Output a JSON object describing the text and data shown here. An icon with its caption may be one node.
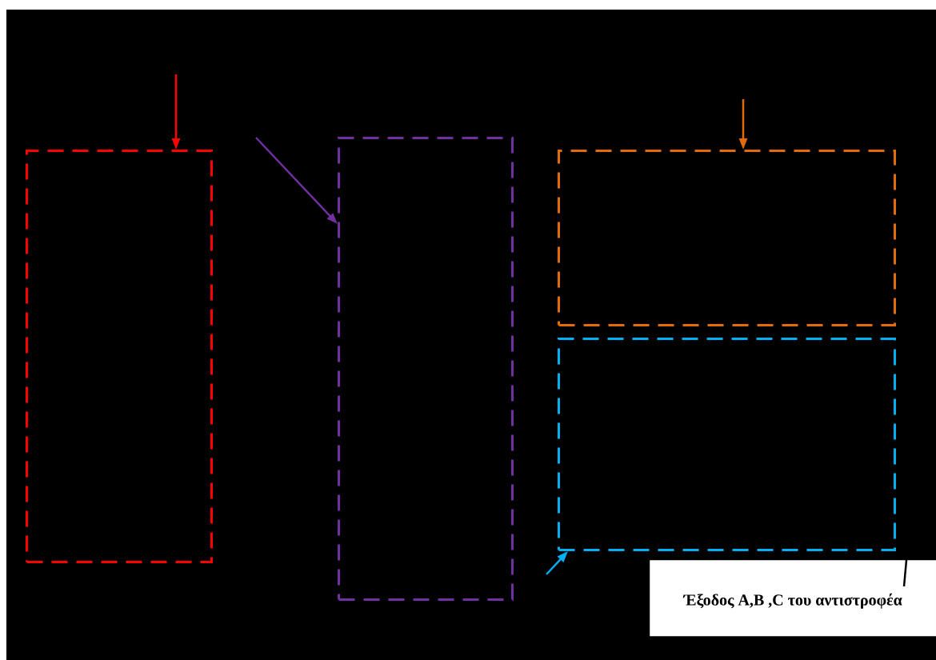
{
  "diagram": {
    "nodes": [
      {
        "text": [],
        "shape": "box"
      },
      {
        "text": [],
        "shape": "box"
      },
      {
        "text": [],
        "shape": "box"
      },
      {
        "text": [],
        "shape": "box"
      },
      {
        "text": [
          "Έξοδος A,B ,C του αντιστροφέα"
        ]
      }
    ],
    "edges": [
      {
        "from": null,
        "to": 0,
        "arrow": "to",
        "color": "#ff0000"
      },
      {
        "from": null,
        "to": 1,
        "arrow": "to",
        "color": "#7030a0"
      },
      {
        "from": null,
        "to": 2,
        "arrow": "to",
        "color": "#e36c09"
      },
      {
        "from": null,
        "to": 3,
        "arrow": "to",
        "color": "#00b0f0"
      },
      {
        "from": 4,
        "to": null,
        "arrow": "none",
        "color": "#000000"
      }
    ]
  }
}
